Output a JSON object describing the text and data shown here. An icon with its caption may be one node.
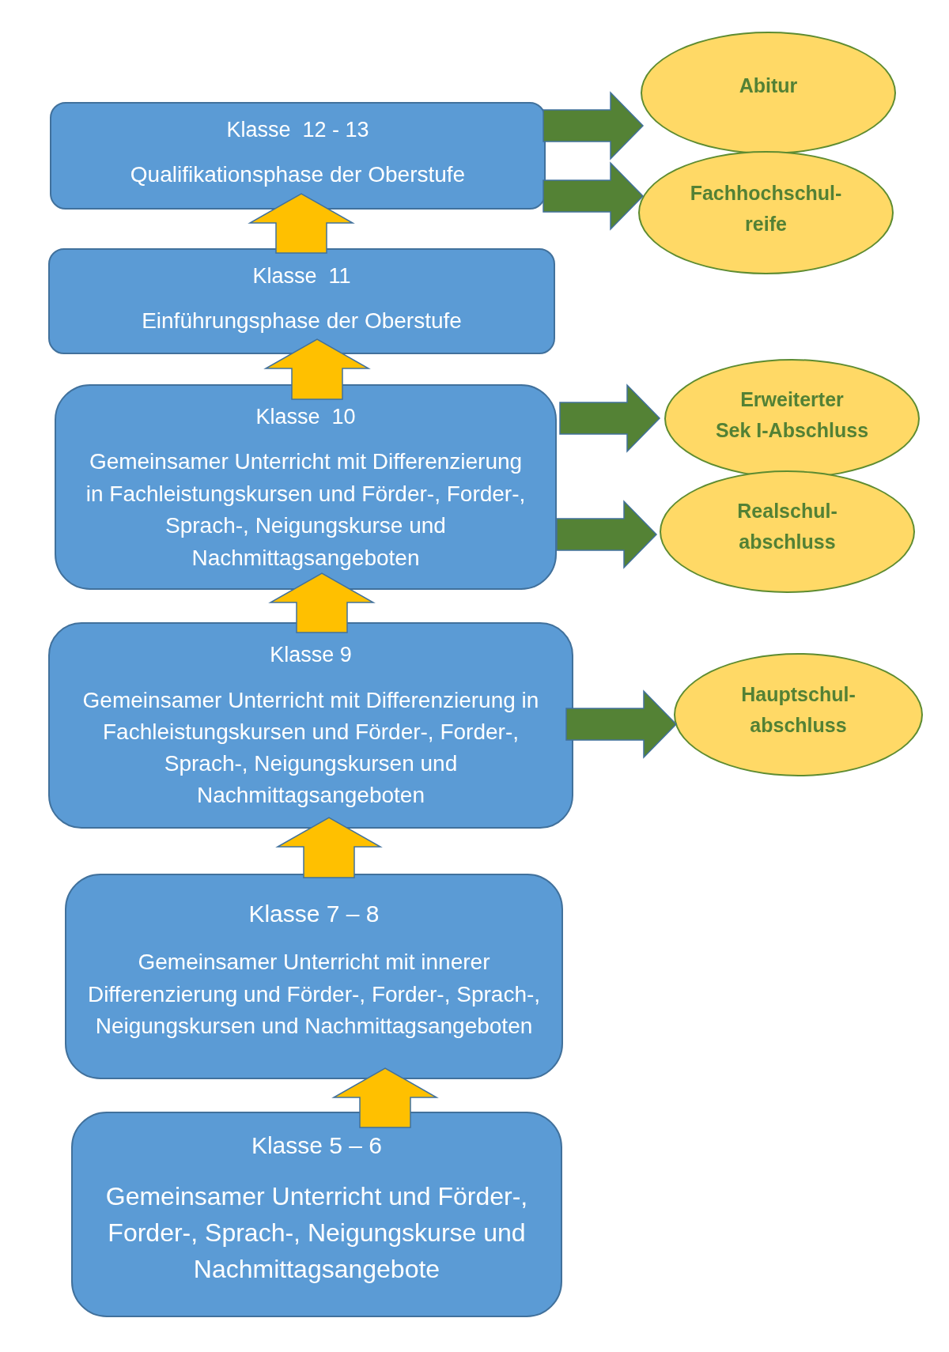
{
  "diagram": {
    "nodes": [
      {
        "text": [
          "Klasse  12 - 13",
          "Qualifikationsphase der Oberstufe"
        ]
      },
      {
        "text": [
          "Abitur"
        ]
      },
      {
        "text": [
          "Fachhochschul- reife"
        ]
      },
      {
        "text": [
          "Klasse  11",
          "Einführungsphase der Oberstufe"
        ]
      },
      {
        "text": [
          "Klasse  10",
          "Gemeinsamer Unterricht mit Differenzierung in Fachleistungskursen und Förder-, Forder-, Sprach-, Neigungskurse und Nachmittagsangeboten"
        ]
      },
      {
        "text": [
          "Erweiterter Sek I-Abschluss"
        ]
      },
      {
        "text": [
          "Realschul- abschluss"
        ]
      },
      {
        "text": [
          "Klasse 9",
          "Gemeinsamer Unterricht mit Differenzierung in Fachleistungskursen und Förder-, Forder-, Sprach-, Neigungskursen und Nachmittagsangeboten"
        ]
      },
      {
        "text": [
          "Hauptschul- abschluss"
        ]
      },
      {
        "text": [
          "Klasse 7 – 8",
          "Gemeinsamer Unterricht mit innerer Differenzierung und Förder-, Forder-, Sprach-, Neigungskursen und Nachmittagsangeboten"
        ]
      },
      {
        "text": [
          "Klasse 5 – 6",
          "Gemeinsamer Unterricht und Förder-, Forder-, Sprach-, Neigungskurse und Nachmittagsangebote"
        ]
      }
    ],
    "edges": [
      {
        "from": 0,
        "to": 1,
        "arrow": "to",
        "color": "#548235"
      },
      {
        "from": 0,
        "to": 2,
        "arrow": "to",
        "color": "#548235"
      },
      {
        "from": 3,
        "to": 0,
        "arrow": "to"
      },
      {
        "from": 4,
        "to": 3,
        "arrow": "to"
      },
      {
        "from": 4,
        "to": 5,
        "arrow": "to",
        "color": "#548235"
      },
      {
        "from": 4,
        "to": 6,
        "arrow": "to",
        "color": "#548235"
      },
      {
        "from": 7,
        "to": 4,
        "arrow": "to"
      },
      {
        "from": 7,
        "to": 8,
        "arrow": "to",
        "color": "#548235"
      },
      {
        "from": 9,
        "to": 7,
        "arrow": "to"
      },
      {
        "from": 10,
        "to": 9,
        "arrow": "to"
      }
    ]
  }
}
